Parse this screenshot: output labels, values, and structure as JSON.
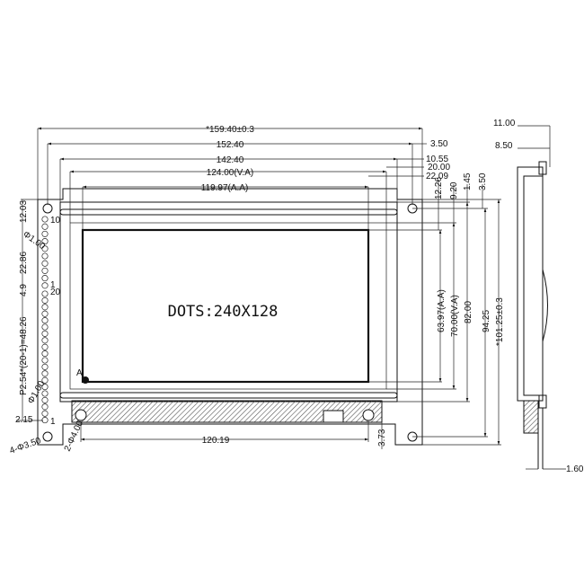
{
  "drawing": {
    "display_text": "DOTS:240X128",
    "colors": {
      "line": "#111111",
      "hatch": "#555555",
      "background": "#ffffff"
    },
    "top_dimensions": {
      "overall_width": "*159.40±0.3",
      "hole_pitch_x": "152.40",
      "bezel_width": "142.40",
      "view_area_width": "124.00(V.A)",
      "active_area_width": "119.97(A.A)"
    },
    "right_top_dimensions": {
      "hole_offset": "3.50",
      "bezel_offset": "10.55",
      "va_offset": "20.00",
      "aa_offset": "22.09",
      "aa_top": "12.26",
      "va_top": "9.20",
      "bezel_top": "1.45",
      "hole_top": "3.50"
    },
    "right_dimensions": {
      "active_area_height": "63.97(A.A)",
      "view_area_height": "70.00(V.A)",
      "bezel_height": "82.00",
      "hole_pitch_y": "94.25",
      "overall_height": "*101.25±0.3"
    },
    "left_dimensions": {
      "top_pin_offset": "12.03",
      "pin_group_1": "22.86",
      "pin_gap": "4.9",
      "pin_group_2": "P2.54*(20-1)=48.26",
      "pin_diameter_1": "Φ1.00",
      "pin_diameter_2": "Φ1.00",
      "pin_edge": "2.15",
      "mount_holes": "4-Φ3.50",
      "pin_labels": [
        "10",
        "1",
        "20",
        "1"
      ]
    },
    "bottom_dimensions": {
      "fpc_holes": "2-Φ4.00",
      "fpc_hole_pitch": "120.19",
      "fpc_offset": "3.73"
    },
    "corner_marker": "A",
    "side_view": {
      "total_thickness": "11.00",
      "module_thickness": "8.50",
      "pcb_thickness": "1.60"
    }
  }
}
